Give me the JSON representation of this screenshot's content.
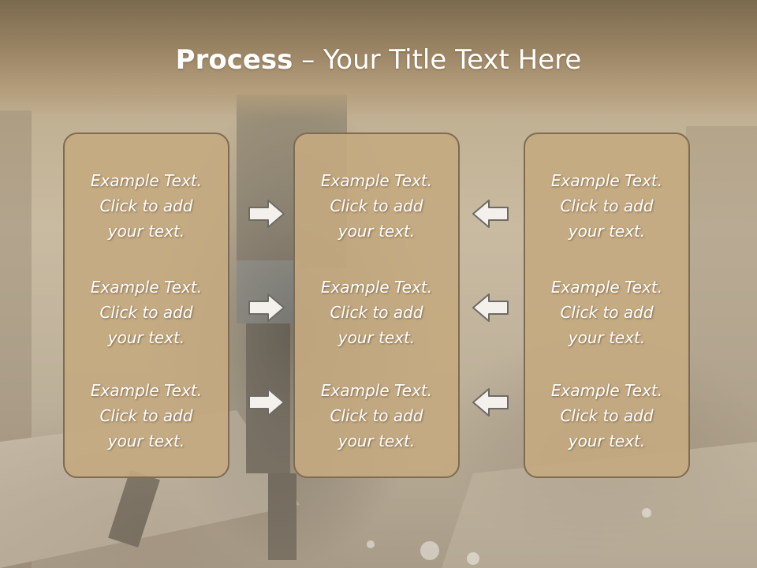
{
  "slide": {
    "title_bold": "Process",
    "title_dash": " – ",
    "title_rest": "Your Title Text Here",
    "columns": [
      {
        "items": [
          "Example Text.\nClick  to add\nyour text.",
          "Example Text.\nClick  to add\nyour text.",
          "Example Text.\nClick  to add\nyour text."
        ]
      },
      {
        "items": [
          "Example Text.\nClick  to add\nyour text.",
          "Example Text.\nClick  to add\nyour text.",
          "Example Text.\nClick  to add\nyour text."
        ]
      },
      {
        "items": [
          "Example Text.\nClick  to add\nyour text.",
          "Example Text.\nClick  to add\nyour text.",
          "Example Text.\nClick  to add\nyour text."
        ]
      }
    ],
    "arrows": {
      "left_group": "arrow-right-icon",
      "right_group": "arrow-left-icon"
    }
  },
  "colors": {
    "header": "#9c8665",
    "panel_fill": "#c4aa80",
    "panel_border": "#7e6b51",
    "text": "#ffffff"
  }
}
